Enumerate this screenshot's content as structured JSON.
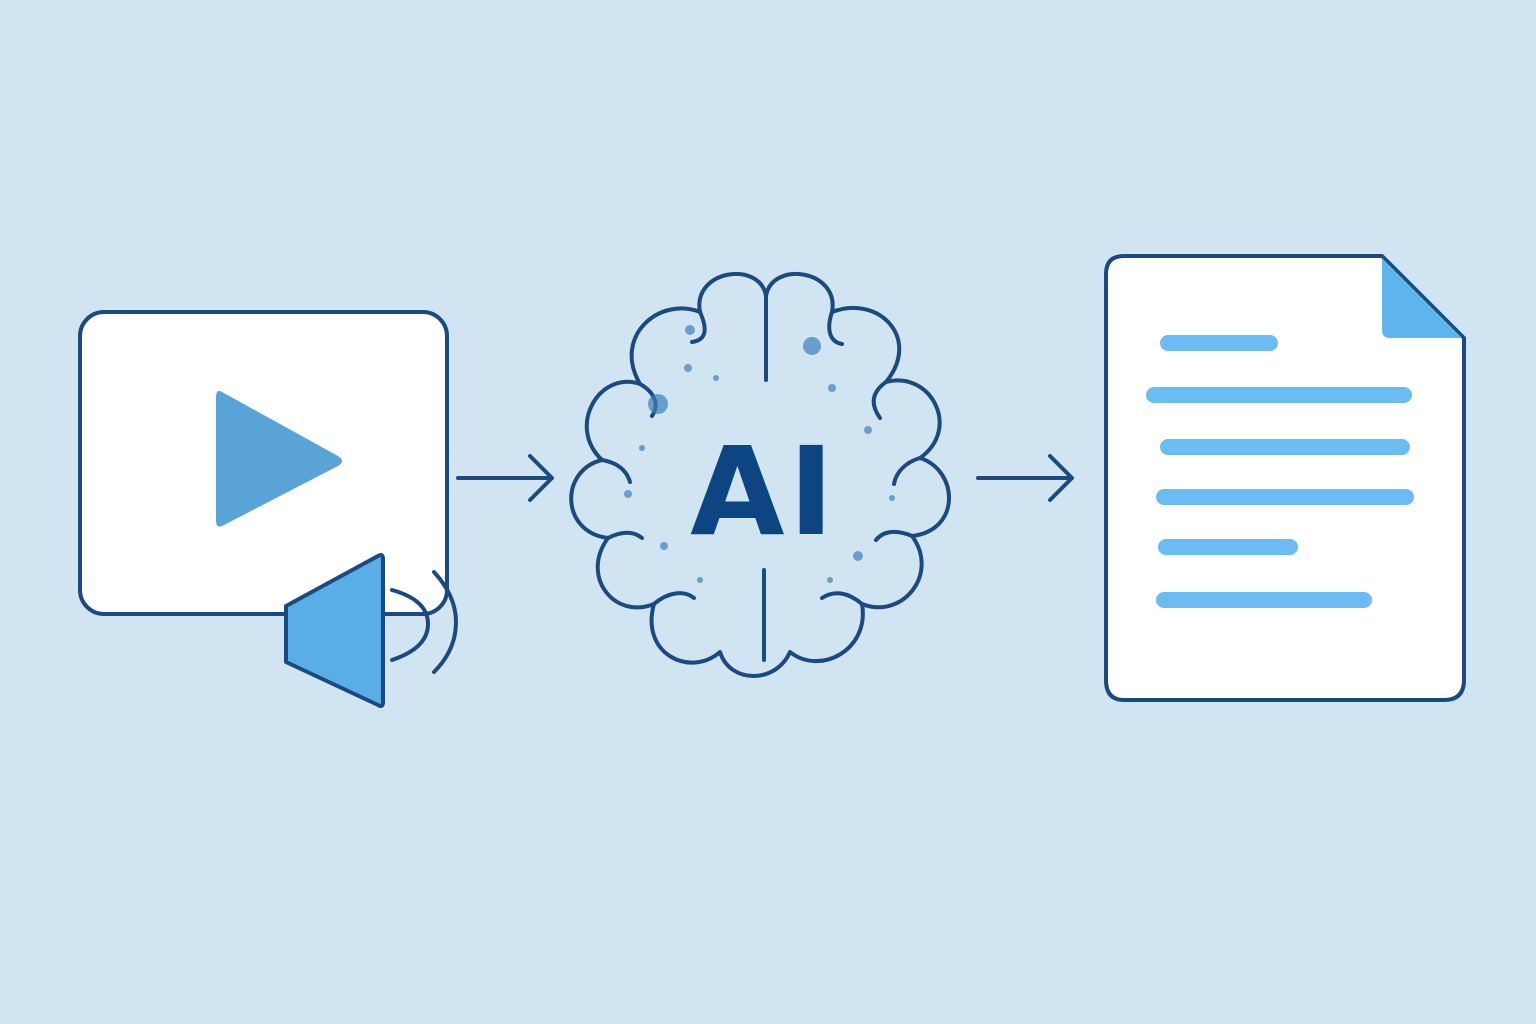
{
  "diagram": {
    "nodes": {
      "input": {
        "icon": "video-with-audio-icon",
        "player_icon": "play-icon",
        "audio_icon": "speaker-icon"
      },
      "processor": {
        "icon": "brain-icon",
        "label": "AI"
      },
      "output": {
        "icon": "document-icon",
        "text_lines": 6
      }
    },
    "edges": [
      {
        "from": "input",
        "to": "processor",
        "icon": "arrow-right-icon"
      },
      {
        "from": "processor",
        "to": "output",
        "icon": "arrow-right-icon"
      }
    ]
  },
  "colors": {
    "background": "#d1e4f2",
    "outline": "#1a4a80",
    "play": "#5aa3d6",
    "speaker": "#5aaee8",
    "text_lines": "#6bbcf2",
    "page_corner": "#5fb6ef",
    "ai_text": "#0d4583",
    "panel": "#ffffff"
  }
}
